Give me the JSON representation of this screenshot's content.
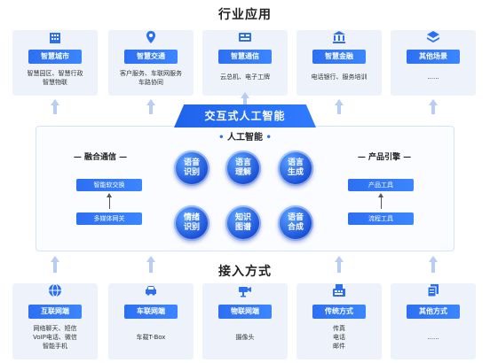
{
  "top": {
    "title": "行业应用",
    "cards": [
      {
        "label": "智慧城市",
        "desc": "智慧园区、智慧行政\n智慧物联",
        "icon": "city-building-icon"
      },
      {
        "label": "智慧交通",
        "desc": "客户服务、车联网服务\n车路协同",
        "icon": "location-pin-icon"
      },
      {
        "label": "智慧通信",
        "desc": "云总机、电子工牌",
        "icon": "communication-icon"
      },
      {
        "label": "智慧金融",
        "desc": "电话银行、服务培训",
        "icon": "bank-icon"
      },
      {
        "label": "其他场景",
        "desc": "......",
        "icon": "layers-icon"
      }
    ]
  },
  "core": {
    "banner": "交互式人工智能",
    "subtitle": "人工智能",
    "left": {
      "title": "融合通信",
      "btn1": "智能软交换",
      "btn2": "多媒体网关"
    },
    "right": {
      "title": "产品引擎",
      "btn1": "产品工具",
      "btn2": "流程工具"
    },
    "orbs": [
      "语音\n识别",
      "语言\n理解",
      "语言\n生成",
      "情绪\n识别",
      "知识\n图谱",
      "语音\n合成"
    ]
  },
  "bottom": {
    "title": "接入方式",
    "cards": [
      {
        "label": "互联网端",
        "desc": "网络聊天、短信\nVoIP电话、微信\n智能手机",
        "icon": "globe-icon"
      },
      {
        "label": "车联网端",
        "desc": "车载T-Box",
        "icon": "car-icon"
      },
      {
        "label": "物联网端",
        "desc": "摄像头",
        "icon": "camera-icon"
      },
      {
        "label": "传统方式",
        "desc": "传真\n电话\n邮件",
        "icon": "fax-icon"
      },
      {
        "label": "其他方式",
        "desc": "......",
        "icon": "documents-icon"
      }
    ]
  },
  "colors": {
    "accent": "#2d6ff2",
    "card_bg": "#eef3fb",
    "arrow": "#b9ccf2"
  }
}
